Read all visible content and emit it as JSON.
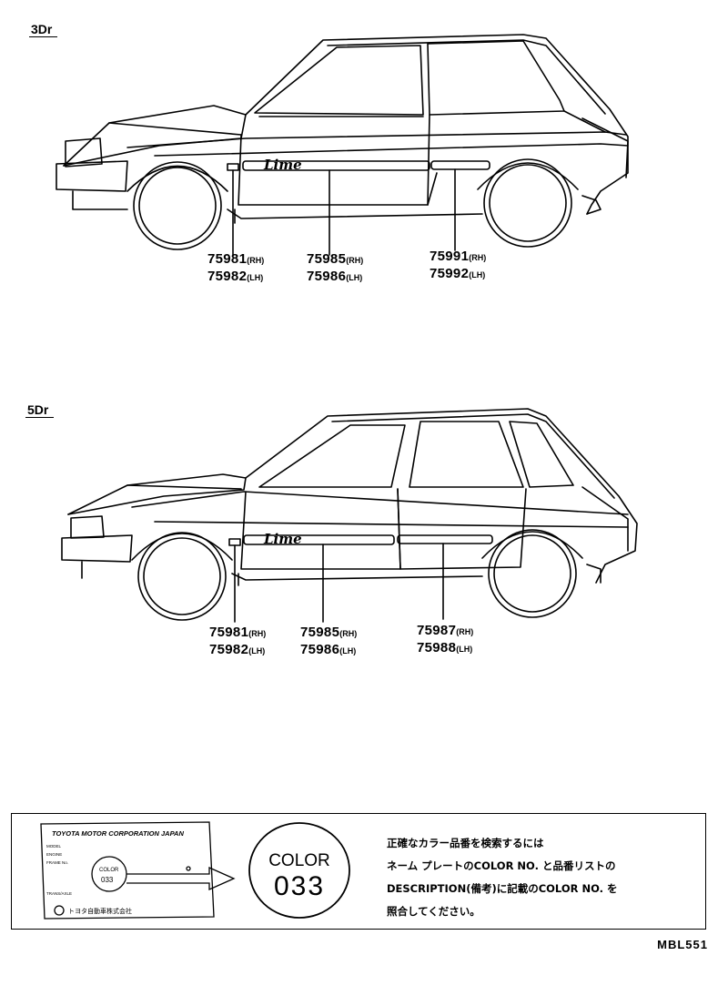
{
  "diagrams": [
    {
      "label": "3Dr",
      "emblem": "Lime",
      "parts": [
        {
          "rh": "75981",
          "lh": "75982"
        },
        {
          "rh": "75985",
          "lh": "75986"
        },
        {
          "rh": "75991",
          "lh": "75992"
        }
      ]
    },
    {
      "label": "5Dr",
      "emblem": "Lime",
      "parts": [
        {
          "rh": "75981",
          "lh": "75982"
        },
        {
          "rh": "75985",
          "lh": "75986"
        },
        {
          "rh": "75987",
          "lh": "75988"
        }
      ]
    }
  ],
  "side_labels": {
    "rh": "(RH)",
    "lh": "(LH)"
  },
  "plate": {
    "maker": "TOYOTA MOTOR CORPORATION JAPAN",
    "fields": [
      "MODEL",
      "ENGINE",
      "FRAME No.",
      "TRANS/AXLE"
    ],
    "mini_color_label": "COLOR",
    "mini_color_code": "033",
    "maker_jp": "トヨタ自動車株式会社"
  },
  "color_badge": {
    "label": "COLOR",
    "code": "033"
  },
  "instructions": [
    "正確なカラー品番を検索するには",
    "ネーム プレートのCOLOR NO. と品番リストの",
    "DESCRIPTION(備考)に記載のCOLOR NO. を",
    "照合してください。"
  ],
  "footer_code": "MBL551",
  "colors": {
    "ink": "#000000",
    "paper": "#ffffff"
  }
}
